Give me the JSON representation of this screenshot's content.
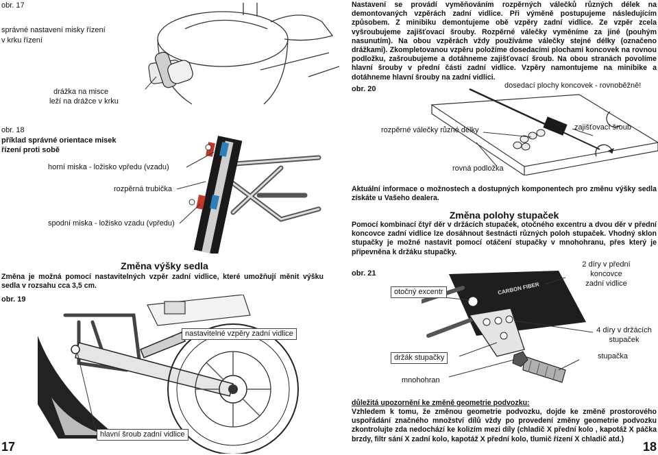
{
  "left": {
    "fig17_num": "obr. 17",
    "fig17_title_1": "správné nastavení misky řízení",
    "fig17_title_2": "v krku řízení",
    "fig17_note_1": "drážka na misce",
    "fig17_note_2": "leží na drážce v krku",
    "fig18_num": "obr. 18",
    "fig18_title_1": "příklad správné orientace misek",
    "fig18_title_2": "řízení proti sobě",
    "label_top_cup": "horní miska - ložisko vpředu (vzadu)",
    "label_spacer": "rozpěrná trubička",
    "label_bottom_cup": "spodní miska - ložisko vzadu (vpředu)",
    "seat_heading": "Změna výšky sedla",
    "seat_text": "Změna je možná pomocí nastavitelných vzpěr zadní vidlice, které umožňují měnit výšku sedla v rozsahu cca 3,5 cm.",
    "fig19_num": "obr. 19",
    "label_struts": "nastavitelné vzpěry zadní vidlice",
    "label_main_bolt": "hlavní šroub zadní vidlice",
    "page_number": "17"
  },
  "right": {
    "intro_text": "Nastavení se provádí vyměňováním rozpěrných válečků různých délek na demontovaných vzpěrách zadní vidlice. Při výměně postupujeme následujícím způsobem. Z minibiku demontujeme obě vzpěry zadní vidlice. Ze vzpěr zcela vyšroubujeme zajišťovací šrouby. Rozpěrné válečky vyměníme za jiné (pouhým nasunutím). Na obou vzpěrách vždy používáme válečky stejné délky (označeno drážkami). Zkompletovanou vzpěru položíme dosedacími plochami koncovek na rovnou podložku, zašroubujeme a dotáhneme zajišťovací šroub. Na obou stranách povolíme hlavní šrouby v přední části zadní vidlice. Vzpěry namontujeme na minibike a dotáhneme hlavní šrouby na zadní vidlici.",
    "fig20_num": "obr. 20",
    "label_contact": "dosedací plochy koncovek - rovnoběžně!",
    "label_spacers": "rozpěrné válečky různé délky",
    "label_locking": "zajišťovací šroub",
    "label_flat": "rovná podložka",
    "info_text": "Aktuální informace o možnostech a dostupných komponentech pro změnu výšky sedla získáte u Vašeho dealera.",
    "footrest_heading": "Změna polohy stupaček",
    "footrest_text": "Pomocí kombinací čtyř děr v držácích stupaček, otočného excentru a dvou děr v přední koncovce zadní vidlice lze dosáhnout šestnácti různých poloh stupaček. Vhodný sklon stupačky je možné nastavit pomocí otáčení stupačky v mnohohranu, přes který je připevněna k držáku stupačky.",
    "fig21_num": "obr. 21",
    "label_eccentric": "otočný excentr",
    "label_two_holes_1": "2 díry v přední",
    "label_two_holes_2": "koncovce",
    "label_two_holes_3": "zadní vidlice",
    "label_four_holes_1": "4 díry v držácích",
    "label_four_holes_2": "stupaček",
    "label_bracket": "držák stupačky",
    "label_footrest": "stupačka",
    "label_polygon": "mnohohran",
    "warning_title": "důležitá upozornění ke změně geometrie podvozku:",
    "warning_text": "Vzhledem k tomu, že změnou geometrie podvozku, dojde ke změně prostorového uspořádání značného množství dílů vždy po provedení změny geometrie podvozku zkontrolujte zda nedochází ke kolizím mezi díly (chladič X přední kolo , kapotáž X páčka brzdy, filtr sání X zadní kolo, kapotáž X přední kolo, tlumič řízení X chladič atd.)",
    "page_number": "18",
    "brand_text": "CARBON FIBER"
  },
  "colors": {
    "text": "#111111",
    "line": "#333333",
    "tube_dark": "#1a1a1a",
    "frame_grey": "#8f8f8f",
    "accent_red": "#c0392b",
    "accent_blue": "#2c7fb8"
  }
}
